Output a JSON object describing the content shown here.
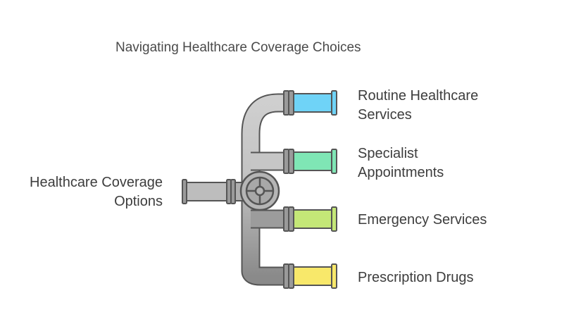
{
  "title": "Navigating Healthcare Coverage Choices",
  "source": {
    "label": "Healthcare Coverage\nOptions"
  },
  "branches": [
    {
      "label": "Routine Healthcare\nServices",
      "color": "#6fd3f7"
    },
    {
      "label": "Specialist\nAppointments",
      "color": "#7fe6b5"
    },
    {
      "label": "Emergency Services",
      "color": "#c4e777"
    },
    {
      "label": "Prescription Drugs",
      "color": "#f8e86a"
    }
  ],
  "colors": {
    "pipe_light": "#cfcfcf",
    "pipe_dark": "#8e8e8e",
    "outline": "#555555",
    "valve": "#b5b5b5"
  }
}
